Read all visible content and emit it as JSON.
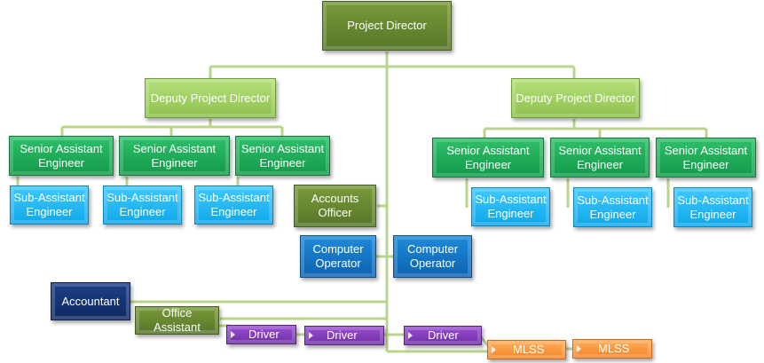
{
  "nodes": {
    "project_director": "Project Director",
    "deputy_left": "Deputy Project Director",
    "deputy_right": "Deputy Project Director",
    "senior_l1": "Senior Assistant Engineer",
    "senior_l2": "Senior Assistant Engineer",
    "senior_l3": "Senior Assistant Engineer",
    "senior_r1": "Senior Assistant Engineer",
    "senior_r2": "Senior Assistant Engineer",
    "senior_r3": "Senior Assistant Engineer",
    "sub_l1": "Sub-Assistant Engineer",
    "sub_l2": "Sub-Assistant Engineer",
    "sub_l3": "Sub-Assistant Engineer",
    "sub_r1": "Sub-Assistant Engineer",
    "sub_r2": "Sub-Assistant Engineer",
    "sub_r3": "Sub-Assistant Engineer",
    "accounts_officer": "Accounts Officer",
    "computer_operator_1": "Computer Operator",
    "computer_operator_2": "Computer Operator",
    "accountant": "Accountant",
    "office_assistant": "Office Assistant",
    "driver_1": "Driver",
    "driver_2": "Driver",
    "driver_3": "Driver",
    "mlss_1": "MLSS",
    "mlss_2": "MLSS"
  },
  "colors": {
    "connector": "#b9d48d",
    "director": "#6a8a32",
    "deputy": "#a6d465",
    "senior": "#1aa955",
    "sub_engineer": "#21b6f2",
    "computer_operator": "#1677c4",
    "accountant": "#163577",
    "driver": "#8240bd",
    "mlss": "#f79a44"
  }
}
